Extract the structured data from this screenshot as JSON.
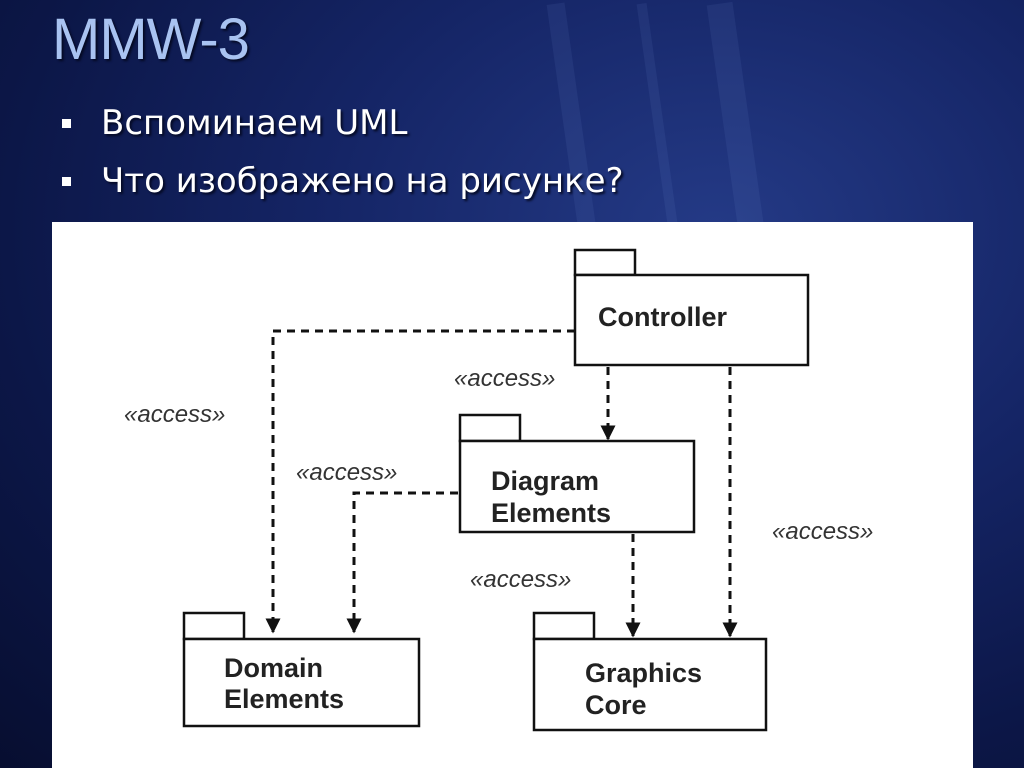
{
  "slide": {
    "title": "MMW-3",
    "bullets": [
      "Вспоминаем UML",
      "Что изображено на рисунке?"
    ]
  },
  "diagram": {
    "packages": {
      "controller": [
        "Controller"
      ],
      "diagram_elements": [
        "Diagram",
        "Elements"
      ],
      "domain_elements": [
        "Domain",
        "Elements"
      ],
      "graphics_core": [
        "Graphics",
        "Core"
      ]
    },
    "dependency_label": "«access»"
  }
}
